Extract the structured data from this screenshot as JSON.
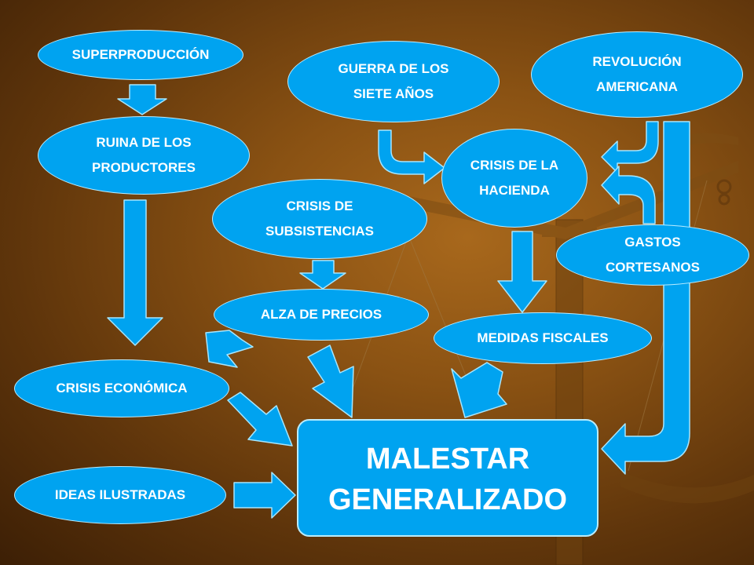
{
  "diagram": {
    "colors": {
      "node_fill": "#00a3f0",
      "arrow_fill": "#00a3f0",
      "arrow_stroke": "#a6e6ff",
      "text": "#ffffff",
      "background": "#8a5213"
    },
    "nodes": {
      "superproduccion": "SUPERPRODUCCIÓN",
      "ruina_productores": "RUINA DE LOS\nPRODUCTORES",
      "guerra_siete_anos": "GUERRA DE LOS\nSIETE AÑOS",
      "revolucion_americana": "REVOLUCIÓN\nAMERICANA",
      "crisis_hacienda": "CRISIS DE LA\nHACIENDA",
      "crisis_subsistencias": "CRISIS DE\nSUBSISTENCIAS",
      "gastos_cortesanos": "GASTOS\nCORTESANOS",
      "alza_precios": "ALZA DE PRECIOS",
      "medidas_fiscales": "MEDIDAS FISCALES",
      "crisis_economica": "CRISIS ECONÓMICA",
      "ideas_ilustradas": "IDEAS ILUSTRADAS",
      "malestar_generalizado": "MALESTAR\nGENERALIZADO"
    },
    "edges": [
      [
        "superproduccion",
        "ruina_productores"
      ],
      [
        "ruina_productores",
        "crisis_economica"
      ],
      [
        "crisis_subsistencias",
        "alza_precios"
      ],
      [
        "alza_precios",
        "crisis_economica"
      ],
      [
        "alza_precios",
        "malestar_generalizado"
      ],
      [
        "guerra_siete_anos",
        "crisis_hacienda"
      ],
      [
        "revolucion_americana",
        "crisis_hacienda"
      ],
      [
        "gastos_cortesanos",
        "crisis_hacienda"
      ],
      [
        "crisis_hacienda",
        "medidas_fiscales"
      ],
      [
        "medidas_fiscales",
        "malestar_generalizado"
      ],
      [
        "revolucion_americana",
        "malestar_generalizado"
      ],
      [
        "crisis_economica",
        "malestar_generalizado"
      ],
      [
        "ideas_ilustradas",
        "malestar_generalizado"
      ]
    ]
  }
}
